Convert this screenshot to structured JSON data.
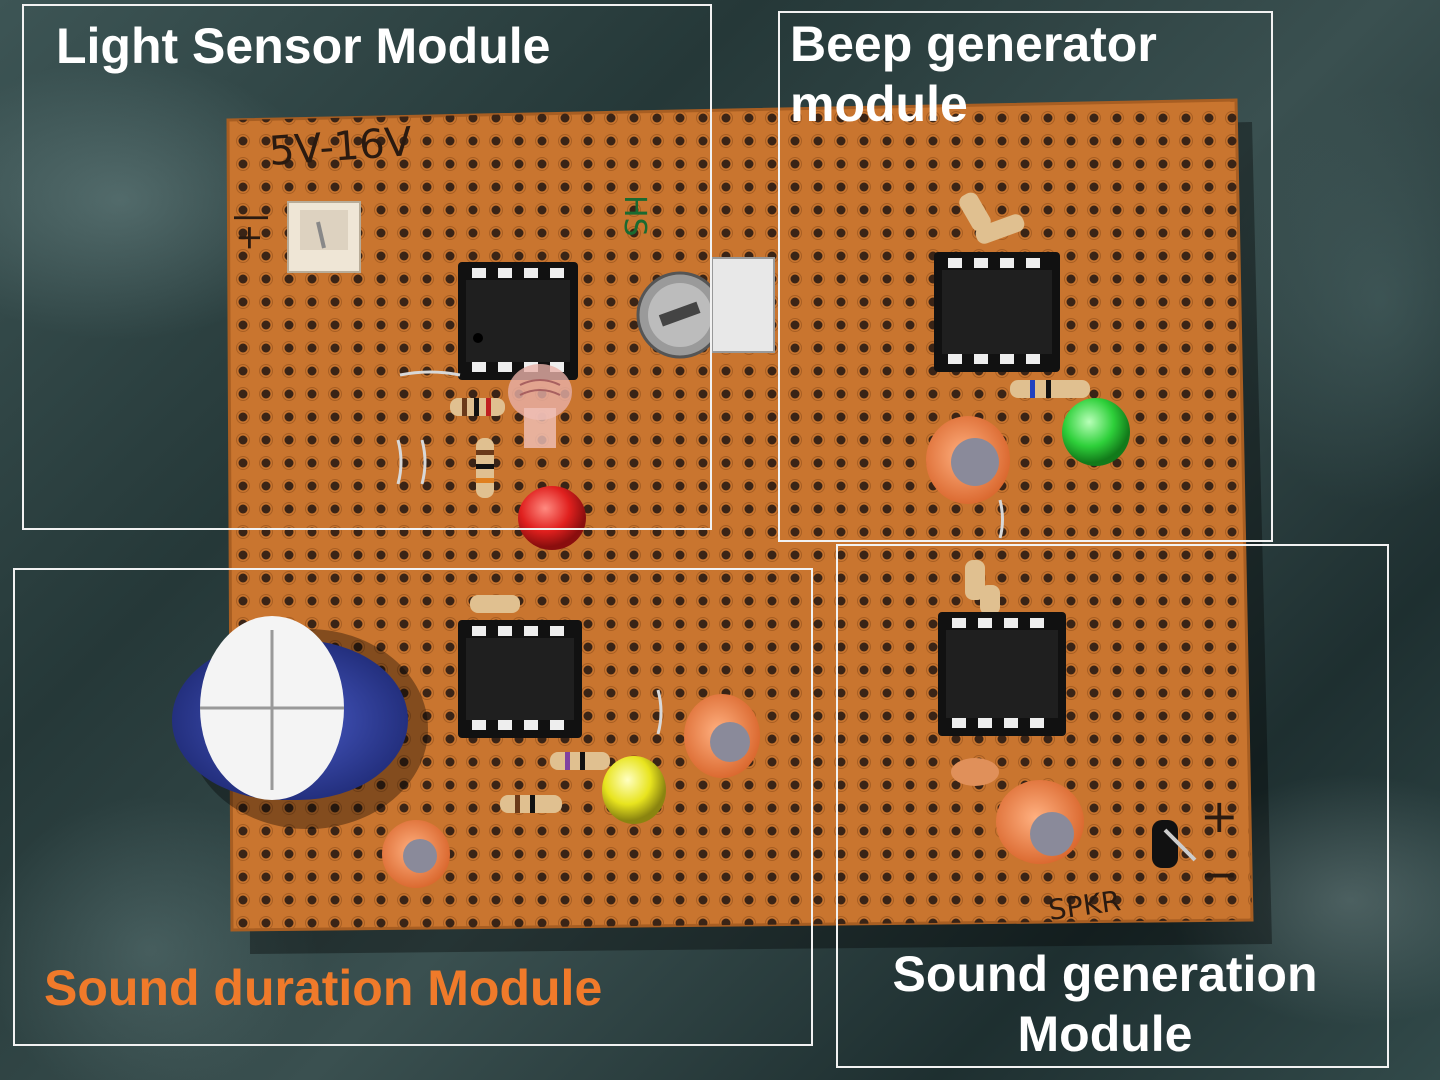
{
  "image": {
    "board_handwriting": {
      "voltage": "5V-16V",
      "connector_polarity": "+|",
      "pot_label": "HS",
      "speaker_label": "SPKR",
      "speaker_plus": "+",
      "speaker_minus": "−"
    },
    "modules": [
      {
        "key": "light",
        "lines": [
          "Light Sensor Module"
        ],
        "color": "#ffffff"
      },
      {
        "key": "beep",
        "lines": [
          "Beep generator",
          "module"
        ],
        "color": "#ffffff"
      },
      {
        "key": "duration",
        "lines": [
          "Sound duration Module"
        ],
        "color": "#f07a2a"
      },
      {
        "key": "generation",
        "lines": [
          "Sound generation",
          "Module"
        ],
        "color": "#ffffff"
      }
    ],
    "colors": {
      "pcb": "#c9752f",
      "pcb_edge": "#a85e22",
      "hole": "#3a2416",
      "ic": "#1a1a1a",
      "led_red": "#e0201e",
      "led_green": "#2ed03a",
      "led_yellow": "#e8e41e",
      "cap_blue": "#2a3a9a",
      "cap_orange": "#f08a48",
      "frame": "#f2f2f2"
    }
  }
}
